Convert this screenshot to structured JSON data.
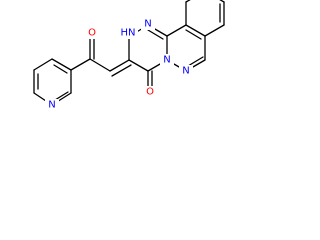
{
  "atoms": {
    "carbonyl_oxygen": "O",
    "ring_oxygen": "O",
    "nh": "HN",
    "triazine_n_top": "N",
    "triazine_n_bridge": "N",
    "phthalazine_n": "N",
    "pyridine_n": "N"
  },
  "colors": {
    "bond": "#000000",
    "oxygen": "#ff0000",
    "nitrogen": "#0000ff",
    "background": "#ffffff"
  }
}
